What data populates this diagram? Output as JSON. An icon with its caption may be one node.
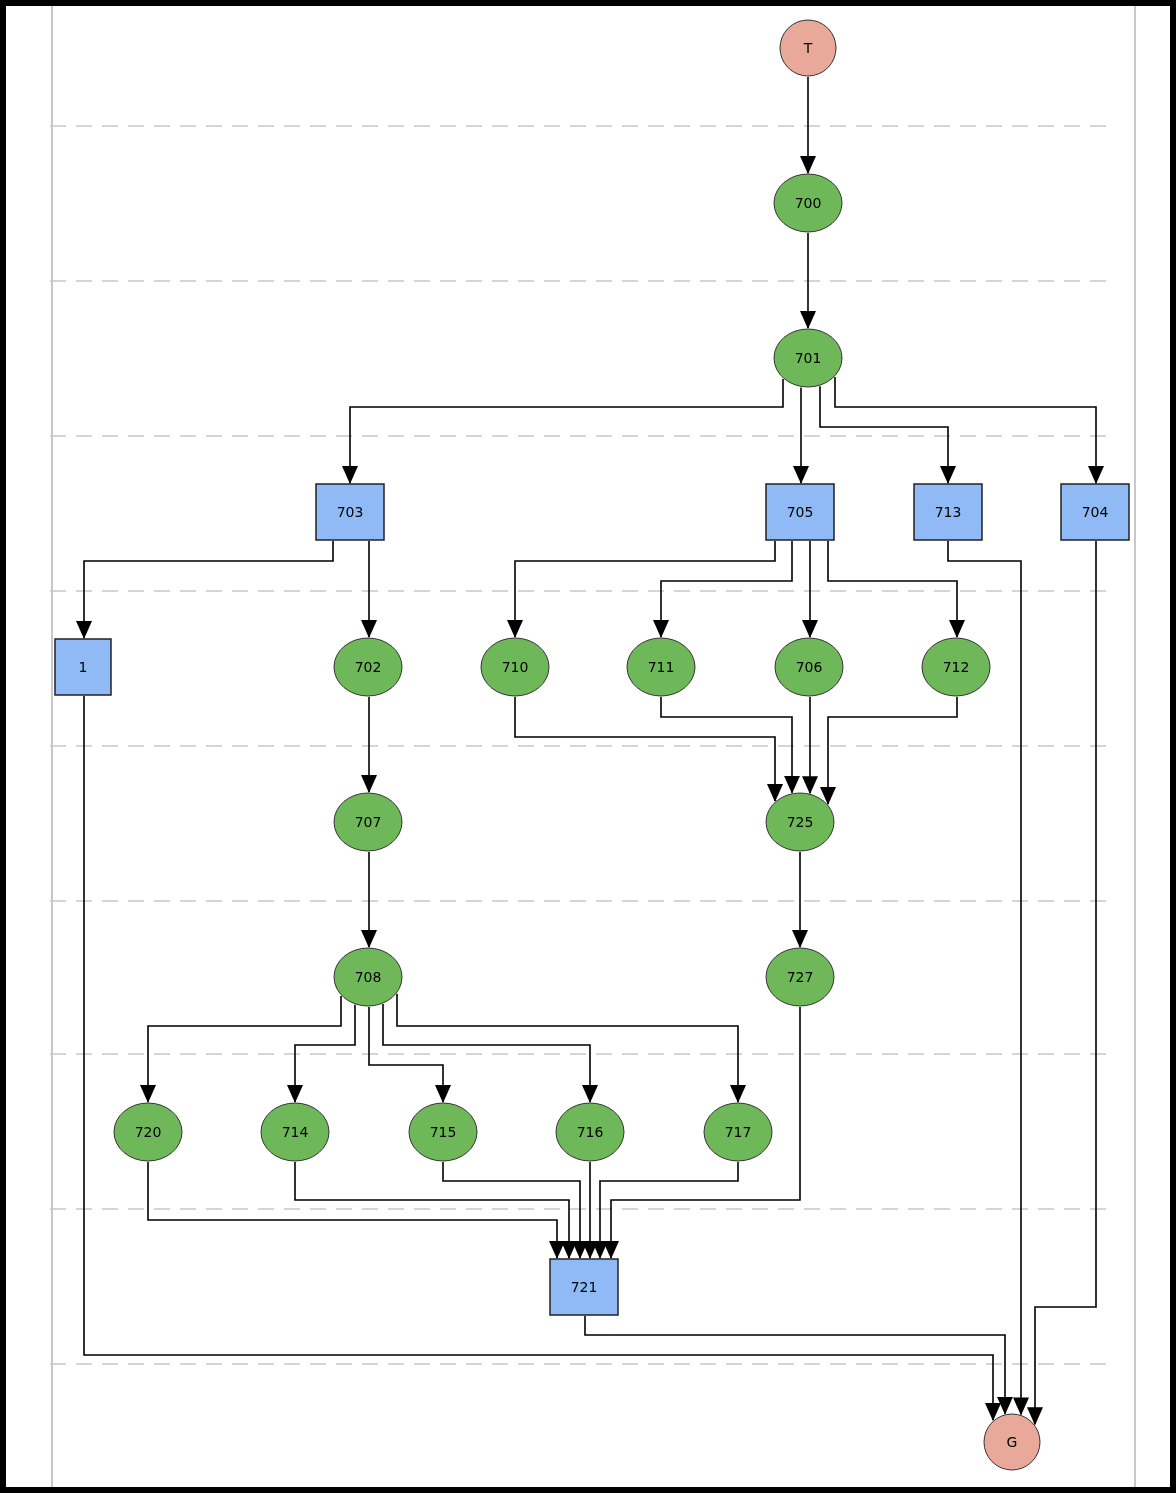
{
  "diagram": {
    "nodes": [
      {
        "text": [
          "T"
        ]
      },
      {
        "text": [
          "700"
        ]
      },
      {
        "text": [
          "701"
        ]
      },
      {
        "text": [
          "703"
        ]
      },
      {
        "text": [
          "705"
        ]
      },
      {
        "text": [
          "713"
        ]
      },
      {
        "text": [
          "704"
        ]
      },
      {
        "text": [
          "1"
        ]
      },
      {
        "text": [
          "702"
        ]
      },
      {
        "text": [
          "710"
        ]
      },
      {
        "text": [
          "711"
        ]
      },
      {
        "text": [
          "706"
        ]
      },
      {
        "text": [
          "712"
        ]
      },
      {
        "text": [
          "707"
        ]
      },
      {
        "text": [
          "725"
        ]
      },
      {
        "text": [
          "708"
        ]
      },
      {
        "text": [
          "727"
        ]
      },
      {
        "text": [
          "720"
        ]
      },
      {
        "text": [
          "714"
        ]
      },
      {
        "text": [
          "715"
        ]
      },
      {
        "text": [
          "716"
        ]
      },
      {
        "text": [
          "717"
        ]
      },
      {
        "text": [
          "721"
        ]
      },
      {
        "text": [
          "G"
        ]
      }
    ],
    "edges": [
      {
        "from": 0,
        "to": 1,
        "arrow": "to"
      },
      {
        "from": 1,
        "to": 2,
        "arrow": "to"
      },
      {
        "from": 2,
        "to": 3,
        "arrow": "to"
      },
      {
        "from": 2,
        "to": 4,
        "arrow": "to"
      },
      {
        "from": 2,
        "to": 5,
        "arrow": "to"
      },
      {
        "from": 2,
        "to": 6,
        "arrow": "to"
      },
      {
        "from": 3,
        "to": 7,
        "arrow": "to"
      },
      {
        "from": 3,
        "to": 8,
        "arrow": "to"
      },
      {
        "from": 4,
        "to": 9,
        "arrow": "to"
      },
      {
        "from": 4,
        "to": 10,
        "arrow": "to"
      },
      {
        "from": 4,
        "to": 11,
        "arrow": "to"
      },
      {
        "from": 4,
        "to": 12,
        "arrow": "to"
      },
      {
        "from": 8,
        "to": 13,
        "arrow": "to"
      },
      {
        "from": 9,
        "to": 14,
        "arrow": "to"
      },
      {
        "from": 10,
        "to": 14,
        "arrow": "to"
      },
      {
        "from": 11,
        "to": 14,
        "arrow": "to"
      },
      {
        "from": 12,
        "to": 14,
        "arrow": "to"
      },
      {
        "from": 13,
        "to": 15,
        "arrow": "to"
      },
      {
        "from": 14,
        "to": 16,
        "arrow": "to"
      },
      {
        "from": 15,
        "to": 17,
        "arrow": "to"
      },
      {
        "from": 15,
        "to": 18,
        "arrow": "to"
      },
      {
        "from": 15,
        "to": 19,
        "arrow": "to"
      },
      {
        "from": 15,
        "to": 20,
        "arrow": "to"
      },
      {
        "from": 15,
        "to": 21,
        "arrow": "to"
      },
      {
        "from": 17,
        "to": 22,
        "arrow": "to"
      },
      {
        "from": 18,
        "to": 22,
        "arrow": "to"
      },
      {
        "from": 19,
        "to": 22,
        "arrow": "to"
      },
      {
        "from": 20,
        "to": 22,
        "arrow": "to"
      },
      {
        "from": 21,
        "to": 22,
        "arrow": "to"
      },
      {
        "from": 16,
        "to": 22,
        "arrow": "to"
      },
      {
        "from": 7,
        "to": 23,
        "arrow": "to"
      },
      {
        "from": 22,
        "to": 23,
        "arrow": "to"
      },
      {
        "from": 5,
        "to": 23,
        "arrow": "to"
      },
      {
        "from": 6,
        "to": 23,
        "arrow": "to"
      }
    ]
  }
}
